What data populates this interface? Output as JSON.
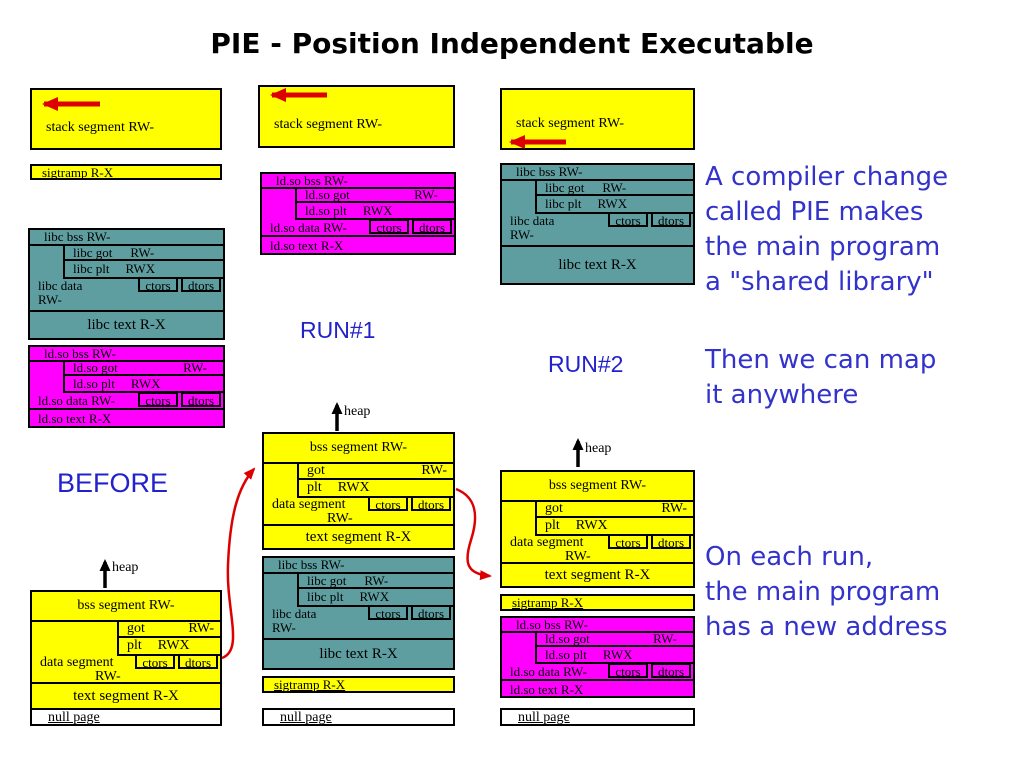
{
  "slide": {
    "title": "PIE - Position Independent Executable"
  },
  "labels": {
    "before": "BEFORE",
    "run1": "RUN#1",
    "run2": "RUN#2",
    "heap": "heap",
    "stack": "stack segment RW-",
    "sigtramp": "sigtramp R-X",
    "null_page": "null page",
    "ctors": "ctors",
    "dtors": "dtors"
  },
  "segments": {
    "libc": {
      "bss": "libc bss RW-",
      "got": "libc got",
      "got_perm": "RW-",
      "plt": "libc plt",
      "plt_perm": "RWX",
      "data": "libc data",
      "data_perm": "RW-",
      "text": "libc text R-X"
    },
    "ldso": {
      "bss": "ld.so bss RW-",
      "got": "ld.so got",
      "got_perm": "RW-",
      "plt": "ld.so plt",
      "plt_perm": "RWX",
      "data": "ld.so data RW-",
      "text": "ld.so text R-X"
    },
    "main": {
      "bss": "bss segment RW-",
      "got": "got",
      "got_perm": "RW-",
      "plt": "plt",
      "plt_perm": "RWX",
      "data": "data segment",
      "data_perm": "RW-",
      "text": "text segment R-X"
    }
  },
  "notes": [
    {
      "lines": [
        "A compiler change",
        "called PIE makes",
        "the main program",
        "a \"shared library\""
      ]
    },
    {
      "lines": [
        "Then we can map",
        "it anywhere"
      ]
    },
    {
      "lines": [
        "On each run,",
        "the main program",
        "has a new address"
      ]
    }
  ],
  "colors": {
    "yellow": "#ffff00",
    "magenta": "#ff00ff",
    "teal": "#5f9ea0",
    "note_blue": "#3333cc",
    "heading_blue": "#2222cc",
    "arrow_red": "#dd0000"
  }
}
